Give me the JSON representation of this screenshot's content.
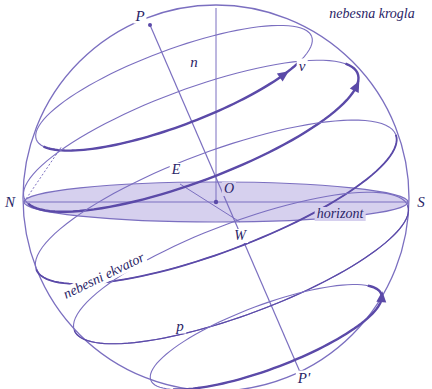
{
  "diagram": {
    "labels": [
      "P",
      "n",
      "nebesna krogla",
      "v",
      "E",
      "O",
      "N",
      "S",
      "horizont",
      "W",
      "nebesni ekvator",
      "p",
      "P'"
    ]
  }
}
